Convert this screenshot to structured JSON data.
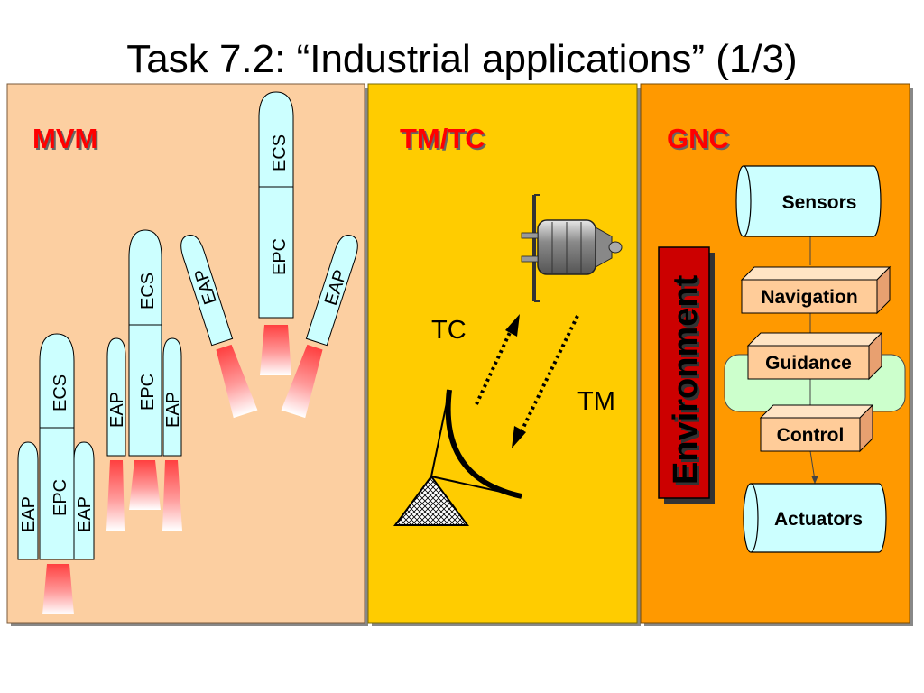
{
  "title": "Task 7.2: “Industrial applications” (1/3)",
  "colors": {
    "mvm_panel": "#FCCFA1",
    "tmtc_panel": "#FFCC00",
    "gnc_panel": "#FF9900",
    "rocket_body": "#CCFFFF",
    "heading_red": "#FF0000",
    "box_fill": "#FFCC99",
    "loop_fill": "#CCFFCC",
    "env_fill": "#CC0000"
  },
  "mvm": {
    "heading": "MVM",
    "ecs": "ECS",
    "epc": "EPC",
    "eap": "EAP"
  },
  "tmtc": {
    "heading": "TM/TC",
    "tc": "TC",
    "tm": "TM"
  },
  "gnc": {
    "heading": "GNC",
    "environment": "Environment",
    "sensors": "Sensors",
    "navigation": "Navigation",
    "guidance": "Guidance",
    "control": "Control",
    "actuators": "Actuators"
  }
}
